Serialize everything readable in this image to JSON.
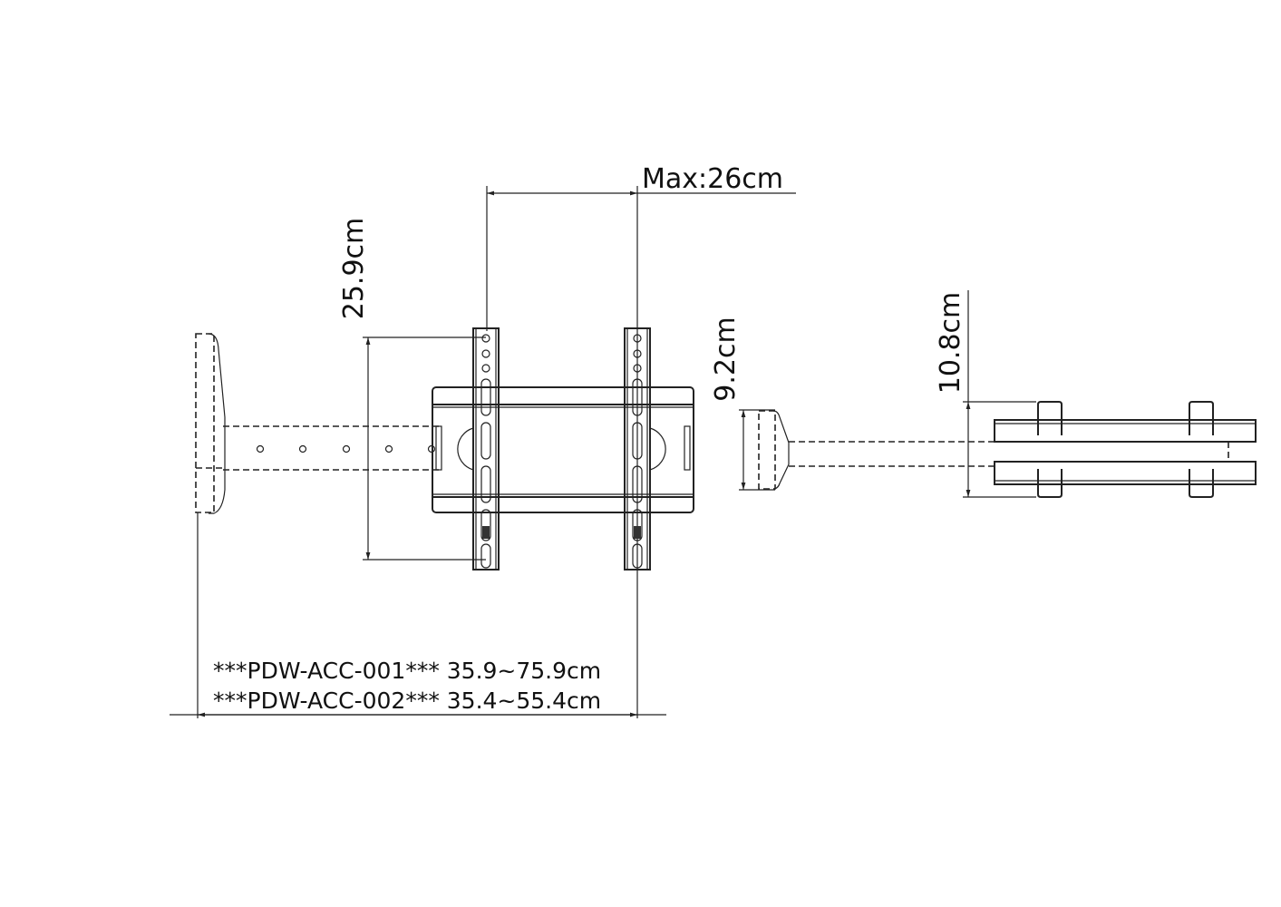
{
  "dimensions": {
    "max_width": "Max:26cm",
    "bracket_height": "25.9cm",
    "plate_height_side": "9.2cm",
    "rail_height_side": "10.8cm"
  },
  "extensions": [
    {
      "label": "***PDW-ACC-001*** 35.9~75.9cm"
    },
    {
      "label": "***PDW-ACC-002*** 35.4~55.4cm"
    }
  ],
  "colors": {
    "line": "#222222",
    "background": "#ffffff"
  }
}
